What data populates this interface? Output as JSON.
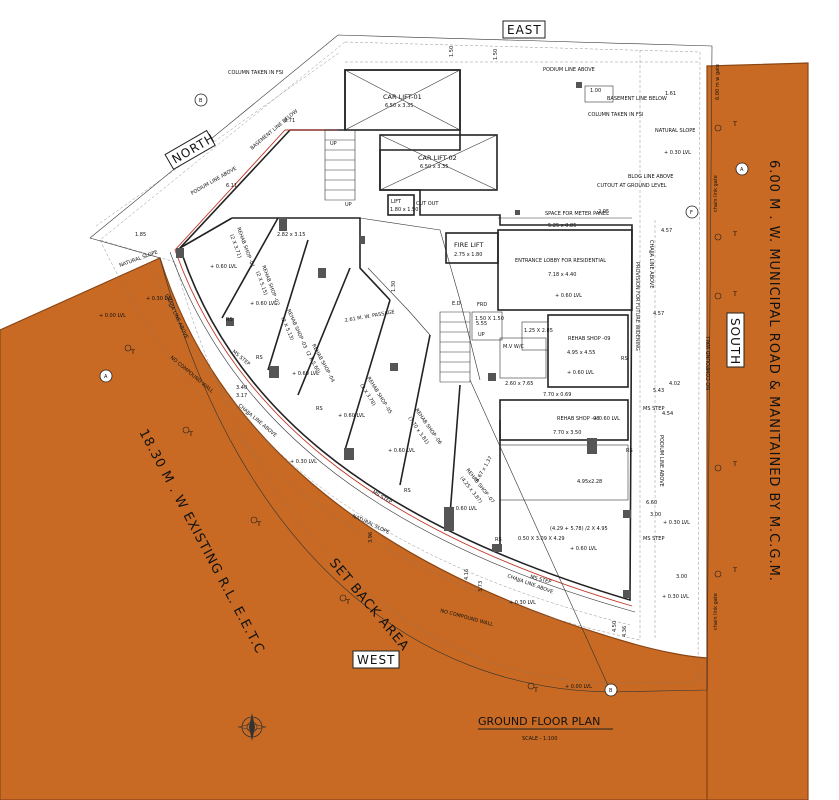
{
  "colors": {
    "road": "#c86a23",
    "road_edge": "#8a4514",
    "wall": "#222222",
    "column": "#555555",
    "property_line": "#c0392b"
  },
  "directions": {
    "east": "EAST",
    "west": "WEST",
    "north": "NORTH",
    "south": "SOUTH"
  },
  "roads": {
    "west_road": "18.30 M . W EXISTING R.L. E.E.T.C",
    "south_road": "6.00 M . W. MUNICIPAL ROAD & MANITAINED BY M.C.G.M.",
    "setback": "SET BACK AREA",
    "gate": "6.00 m w gate"
  },
  "title": {
    "main": "GROUND FLOOR PLAN",
    "scale": "SCALE - 1:100"
  },
  "rooms": {
    "car_lift_1": {
      "name": "CAR LIFT-01",
      "size": "6.50 x 3.35"
    },
    "car_lift_2": {
      "name": "CAR LIFT-02",
      "size": "6.50 x 3.35"
    },
    "lift": {
      "name": "LIFT",
      "size": "1.80 x 1.50"
    },
    "fire_lift": {
      "name": "FIRE LIFT",
      "size": "2.75 x 1.80"
    },
    "entrance_lobby": {
      "name": "ENTRANCE LOBBY FOR RESIDENTIAL",
      "size": "7.18 x 4.40",
      "level": "+ 0.60 LVL"
    },
    "shop_09": {
      "name": "REHAB SHOP -09",
      "size": "4.95 x 4.55",
      "level": "+ 0.60 LVL"
    },
    "shop_08": {
      "name": "REHAB SHOP -08",
      "size": "7.70 x 3.50",
      "level": "+ 0.60 LVL"
    },
    "shop_07": {
      "name": "REHAB SHOP -07",
      "size": "(4.25 x 3.87)"
    },
    "shop_06": {
      "name": "REHAB SHOP -06",
      "size": "(7.70 x 3.81)"
    },
    "shop_05": {
      "name": "REHAB SHOP -05",
      "size": "(2 X 3.78)"
    },
    "shop_04": {
      "name": "REHAB SHOP -04",
      "size": "(2 X 5.60)"
    },
    "shop_03": {
      "name": "REHAB SHOP -03",
      "size": "(2 X 5.13)"
    },
    "shop_02": {
      "name": "REHAB SHOP -02",
      "size": "(2 X 5.15)"
    },
    "shop_01": {
      "name": "REHAB SHOP -01",
      "size": "(2 X 3.71)"
    },
    "ms_passage": "2.61 M. W. PASSAGE"
  },
  "labels": {
    "column_fsi_1": "COLUMN TAKEN IN FSI",
    "column_fsi_2": "COLUMN TAKEN IN FSI",
    "podium_above_1": "PODIUM LINE ABOVE",
    "podium_above_2": "PODIUM LINE ABOVE",
    "podium_above_3": "PODIUM LINE ABOVE",
    "basement_below_1": "BASEMENT LINE BELOW",
    "basement_below_2": "BASEMENT LINE BELOW",
    "natural_slope_1": "NATURAL SLOPE",
    "natural_slope_2": "NATURAL SLOPE",
    "natural_slope_3": "NATURAL SLOPE",
    "chajja_1": "CHAJJA LINE ABOVE",
    "chajja_2": "CHAJJA LINE ABOVE",
    "chajja_3": "CHAJJA LINE ABOVE",
    "chajja_4": "CHAJJA LINE ABOVE",
    "no_wall_1": "NO COMPOUND WALL",
    "no_wall_2": "NO COMPOUND WALL",
    "no_wall_3": "NO COMPOUND WALL",
    "ms_step_1": "MS STEP",
    "ms_step_2": "MS STEP",
    "ms_step_3": "MS STEP",
    "ms_step_4": "MS STEP",
    "ms_step_5": "MS STEP",
    "future_widening": "PROVISION FOR FUTURE WIDENING",
    "meter_panel": "SPACE FOR METER PANEL",
    "cutout": "CUTOUT AT GROUND LEVEL",
    "bldg_above": "BLDG LINE ABOVE",
    "chain_gate_1": "chain link gate",
    "chain_gate_2": "chain link gate",
    "cut_out": "CUT OUT"
  },
  "levels": {
    "l1": "+ 0.00 LVL",
    "l2": "+ 0.00 LVL",
    "l3": "+ 0.30 LVL",
    "l4": "+ 0.30 LVL",
    "l5": "+ 0.30 LVL",
    "l6": "+ 0.30 LVL",
    "l7": "+ 0.30 LVL",
    "l8": "+ 0.30 LVL",
    "l9": "+ 0.60 LVL",
    "l10": "+ 0.60 LVL",
    "l11": "+ 0.60 LVL",
    "l12": "+ 0.60 LVL",
    "l13": "+ 0.60 LVL",
    "l14": "+ 0.60 LVL",
    "l15": "+ 0.60 LVL"
  },
  "dims": {
    "d1": "2.82 x 3.15",
    "d2": "5.25 x 0.85",
    "d3": "1.50 X 1.50",
    "d4": "1.25 X 2.85",
    "d5": "2.60 x 7.65",
    "d6": "7.70 x 0.69",
    "d7": "4.95x2.28",
    "d8": "(4.29 + 5.78) /2 X 4.95",
    "d9": "4.67 x 1.37",
    "d10": "0.50 X 3.09 X 4.29",
    "d11": "6.11",
    "d12": "3.71",
    "d13": "1.50",
    "d14": "1.00",
    "d15": "1.61",
    "d16": "4.57",
    "d17": "4.57",
    "d18": "4.02",
    "d19": "5.43",
    "d20": "4.54",
    "d21": "6.60",
    "d22": "3.00",
    "d23": "3.00",
    "d24": "3.96",
    "d25": "4.16",
    "d26": "3.73",
    "d27": "4.50",
    "d28": "4.36",
    "d29": "3.40",
    "d30": "3.17",
    "d31": "1.85",
    "d32": "2.05",
    "d33": "5.55",
    "d34": "1.50",
    "d35": "1.30"
  },
  "markers": {
    "a": "A",
    "b": "B",
    "f": "F",
    "tree": "T"
  },
  "misc": {
    "up_1": "UP",
    "up_2": "UP",
    "up_3": "UP",
    "frd": "FRD",
    "ed": "E.D.",
    "rs": "RS",
    "mv_wc": "M.V W/C"
  }
}
